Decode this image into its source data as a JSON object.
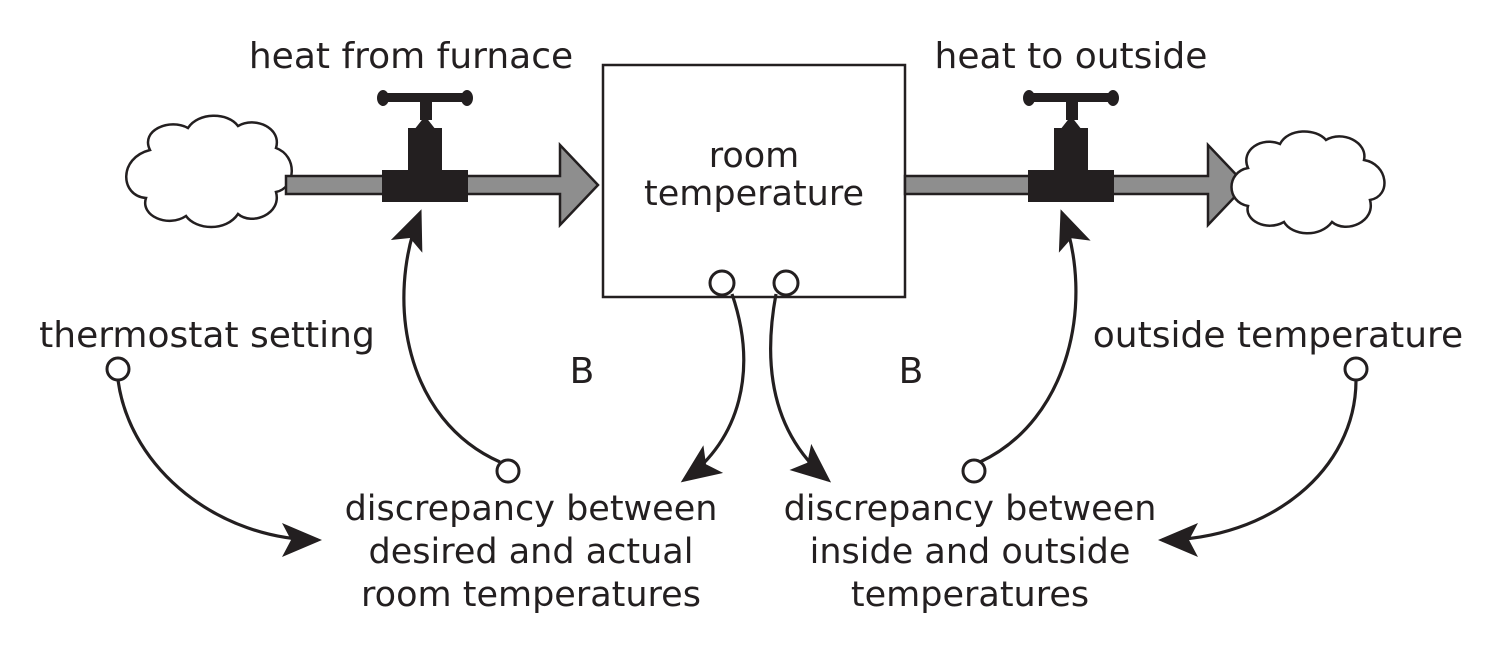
{
  "labels": {
    "heat_from_furnace": "heat from furnace",
    "heat_to_outside": "heat to outside",
    "room_temperature_line1": "room",
    "room_temperature_line2": "temperature",
    "thermostat_setting": "thermostat setting",
    "outside_temperature": "outside temperature",
    "loop_left": "B",
    "loop_right": "B",
    "discrepancy_desired_line1": "discrepancy between",
    "discrepancy_desired_line2": "desired and actual",
    "discrepancy_desired_line3": "room temperatures",
    "discrepancy_outside_line1": "discrepancy between",
    "discrepancy_outside_line2": "inside and outside",
    "discrepancy_outside_line3": "temperatures"
  },
  "colors": {
    "ink": "#231f20",
    "pipe_fill": "#8e8e8e",
    "background": "#ffffff"
  },
  "icons": {
    "source_cloud": "cloud-icon",
    "sink_cloud": "cloud-icon",
    "inflow_valve": "valve-icon",
    "outflow_valve": "valve-icon"
  }
}
